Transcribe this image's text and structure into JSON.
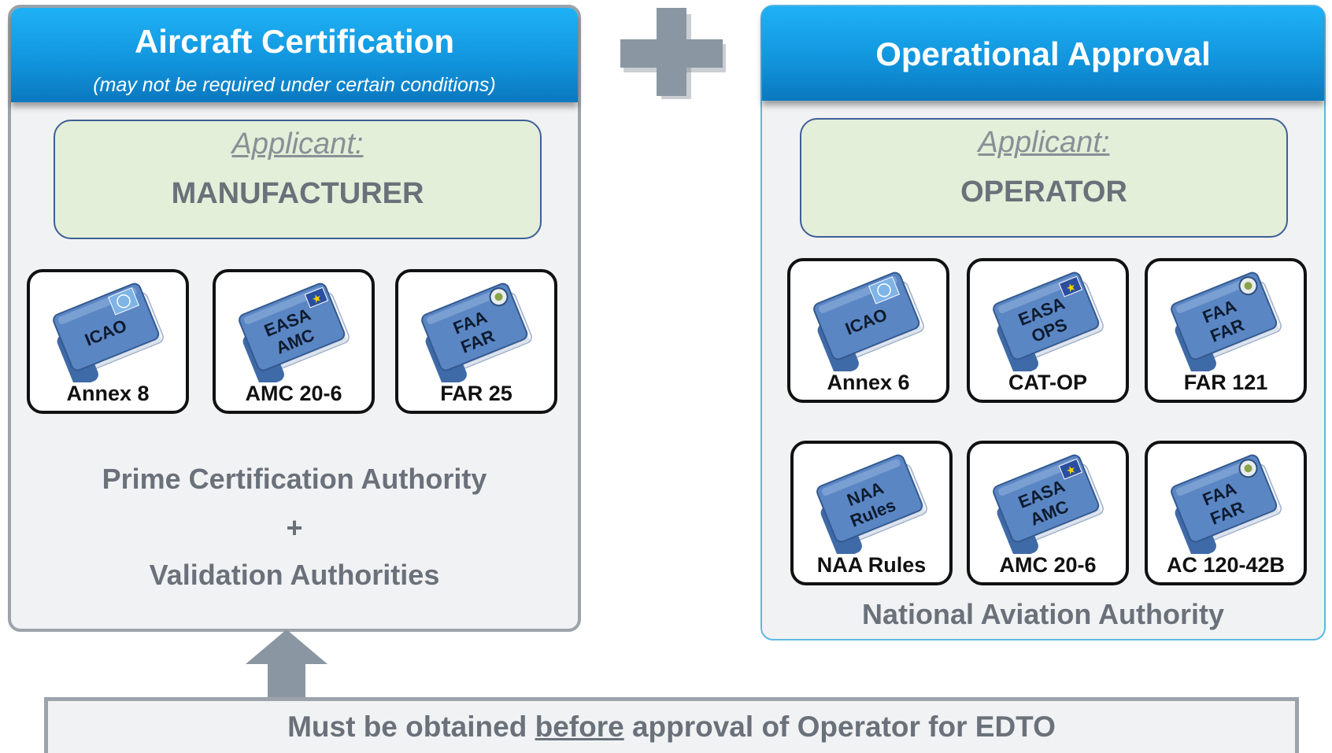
{
  "aircraft_certification": {
    "title": "Aircraft Certification",
    "subtitle": "(may not be required under certain conditions)",
    "applicant_label": "Applicant:",
    "applicant_value": "MANUFACTURER",
    "books": [
      {
        "cover": [
          "ICAO"
        ],
        "label": "Annex 8",
        "emblem": "icao-emblem"
      },
      {
        "cover": [
          "EASA",
          "AMC"
        ],
        "label": "AMC 20-6",
        "emblem": "eu-stars"
      },
      {
        "cover": [
          "FAA",
          "FAR"
        ],
        "label": "FAR 25",
        "emblem": "faa-seal"
      }
    ],
    "authority_line1": "Prime Certification Authority",
    "authority_plus": "+",
    "authority_line2": "Validation Authorities"
  },
  "operational_approval": {
    "title": "Operational Approval",
    "applicant_label": "Applicant:",
    "applicant_value": "OPERATOR",
    "books_row1": [
      {
        "cover": [
          "ICAO"
        ],
        "label": "Annex 6",
        "emblem": "icao-emblem"
      },
      {
        "cover": [
          "EASA",
          "OPS"
        ],
        "label": "CAT-OP",
        "emblem": "eu-stars"
      },
      {
        "cover": [
          "FAA",
          "FAR"
        ],
        "label": "FAR 121",
        "emblem": "faa-seal"
      }
    ],
    "books_row2": [
      {
        "cover": [
          "NAA",
          "Rules"
        ],
        "label": "NAA Rules",
        "emblem": "none"
      },
      {
        "cover": [
          "EASA",
          "AMC"
        ],
        "label": "AMC 20-6",
        "emblem": "eu-stars"
      },
      {
        "cover": [
          "FAA",
          "FAR"
        ],
        "label": "AC 120-42B",
        "emblem": "faa-seal"
      }
    ],
    "authority": "National Aviation Authority"
  },
  "bottom_note": {
    "pre": "Must be obtained ",
    "emphasis": "before",
    "post": " approval of Operator for EDTO"
  },
  "colors": {
    "header_blue": "#1296de",
    "applicant_green": "#e3efd9",
    "text_gray": "#6a717a",
    "connector_gray": "#8a96a2",
    "book_blue": "#5b86c4"
  }
}
